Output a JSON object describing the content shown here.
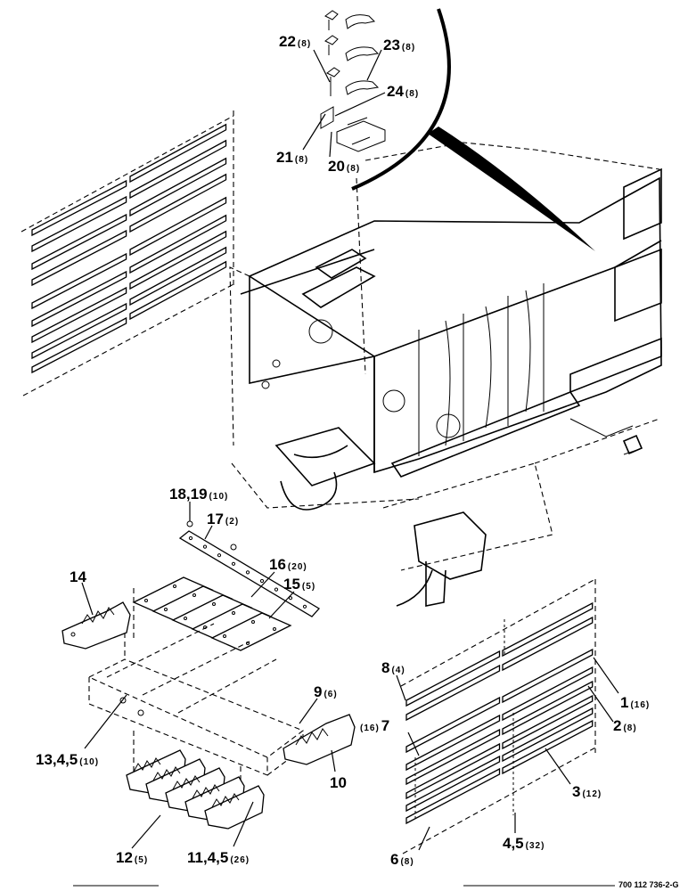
{
  "callouts": [
    {
      "id": "c22",
      "num": "22",
      "qty": "(8)"
    },
    {
      "id": "c23",
      "num": "23",
      "qty": "(8)"
    },
    {
      "id": "c24",
      "num": "24",
      "qty": "(8)"
    },
    {
      "id": "c21",
      "num": "21",
      "qty": "(8)"
    },
    {
      "id": "c20",
      "num": "20",
      "qty": "(8)"
    },
    {
      "id": "c18",
      "num": "18,19",
      "qty": "(10)"
    },
    {
      "id": "c17",
      "num": "17",
      "qty": "(2)"
    },
    {
      "id": "c16",
      "num": "16",
      "qty": "(20)"
    },
    {
      "id": "c15",
      "num": "15",
      "qty": "(5)"
    },
    {
      "id": "c14",
      "num": "14",
      "qty": ""
    },
    {
      "id": "c9",
      "num": "9",
      "qty": "(6)"
    },
    {
      "id": "c13",
      "num": "13,4,5",
      "qty": "(10)"
    },
    {
      "id": "c10",
      "num": "10",
      "qty": ""
    },
    {
      "id": "c12",
      "num": "12",
      "qty": "(5)"
    },
    {
      "id": "c11",
      "num": "11,4,5",
      "qty": "(26)"
    },
    {
      "id": "c8",
      "num": "8",
      "qty": "(4)"
    },
    {
      "id": "c7",
      "num": "7",
      "qty": "(16)"
    },
    {
      "id": "c1",
      "num": "1",
      "qty": "(16)"
    },
    {
      "id": "c2",
      "num": "2",
      "qty": "(8)"
    },
    {
      "id": "c3",
      "num": "3",
      "qty": "(12)"
    },
    {
      "id": "c6",
      "num": "6",
      "qty": "(8)"
    },
    {
      "id": "c4",
      "num": "4,5",
      "qty": "(32)"
    }
  ],
  "reference_number": "700 112 736-2-G"
}
